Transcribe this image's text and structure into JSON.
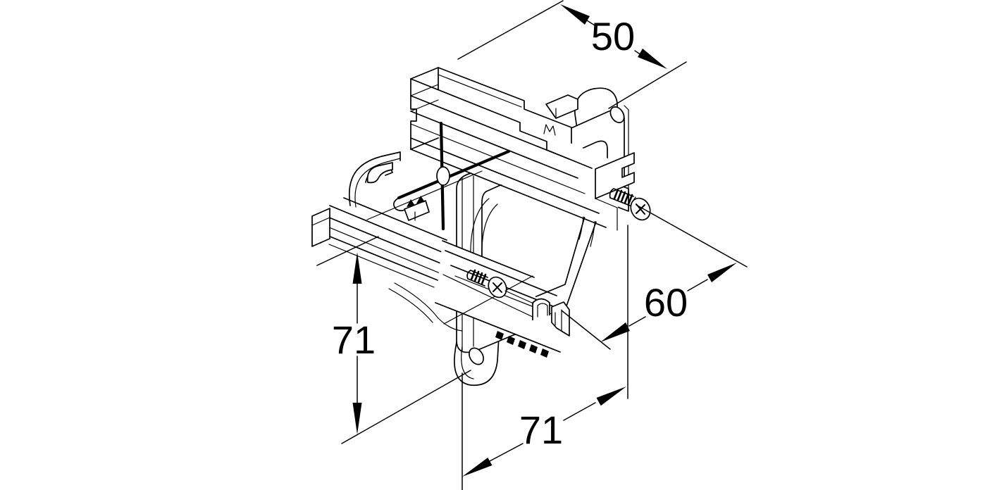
{
  "figure": {
    "type": "isometric technical line drawing",
    "subject": "device mounting bracket (installation frame) with two fixing screws",
    "background_color": "#ffffff",
    "line_color": "#000000"
  },
  "dimensions": {
    "top_depth": {
      "label": "50"
    },
    "right_spacing": {
      "label": "60"
    },
    "left_height": {
      "label": "71"
    },
    "bottom_width": {
      "label": "71"
    }
  }
}
